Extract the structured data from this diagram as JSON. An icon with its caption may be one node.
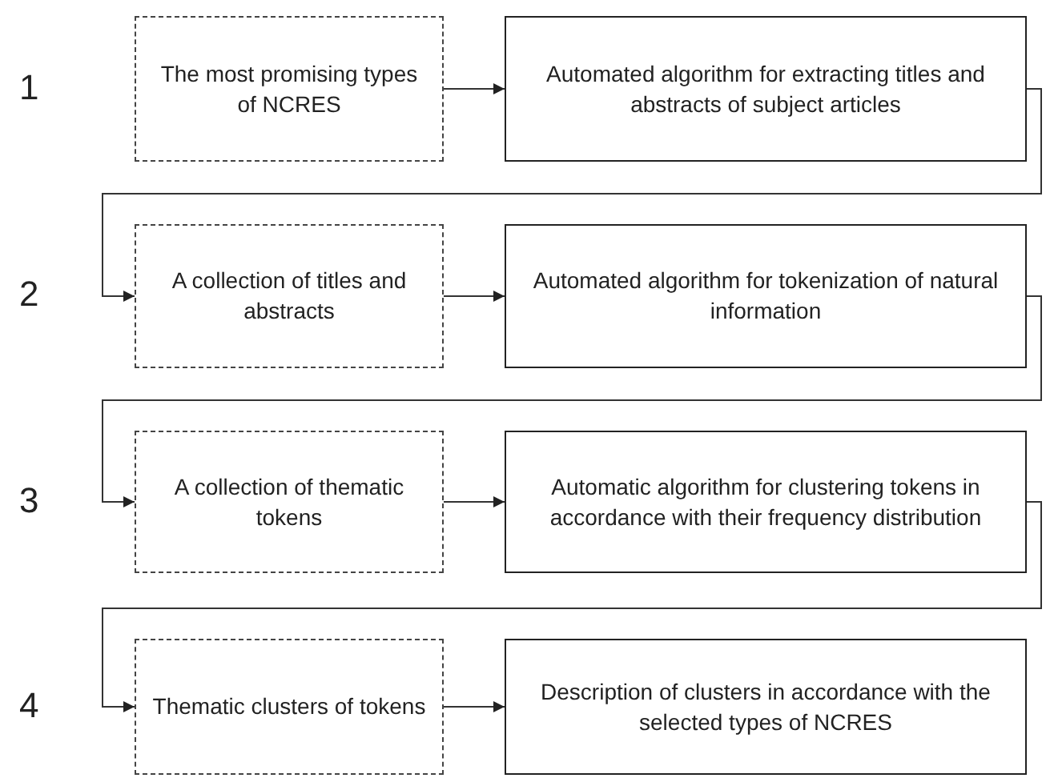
{
  "diagram": {
    "nodes": [
      {
        "text": [
          "The most promising types of NCRES"
        ]
      },
      {
        "text": [
          "Automated algorithm for extracting titles and abstracts of subject articles"
        ]
      },
      {
        "text": [
          "A collection of titles and abstracts"
        ]
      },
      {
        "text": [
          "Automated algorithm for tokenization of natural information"
        ]
      },
      {
        "text": [
          "A collection of thematic tokens"
        ]
      },
      {
        "text": [
          "Automatic algorithm for clustering tokens in accordance with their frequency distribution"
        ]
      },
      {
        "text": [
          "Thematic clusters of tokens"
        ]
      },
      {
        "text": [
          "Description of clusters in accordance with the selected types of NCRES"
        ]
      }
    ],
    "edges": [
      {
        "from": 0,
        "to": 1,
        "arrow": "to"
      },
      {
        "from": 1,
        "to": 2,
        "arrow": "to"
      },
      {
        "from": 2,
        "to": 3,
        "arrow": "to"
      },
      {
        "from": 3,
        "to": 4,
        "arrow": "to"
      },
      {
        "from": 4,
        "to": 5,
        "arrow": "to"
      },
      {
        "from": 5,
        "to": 6,
        "arrow": "to"
      },
      {
        "from": 6,
        "to": 7,
        "arrow": "to"
      }
    ],
    "labels": [
      "1",
      "2",
      "3",
      "4"
    ]
  }
}
